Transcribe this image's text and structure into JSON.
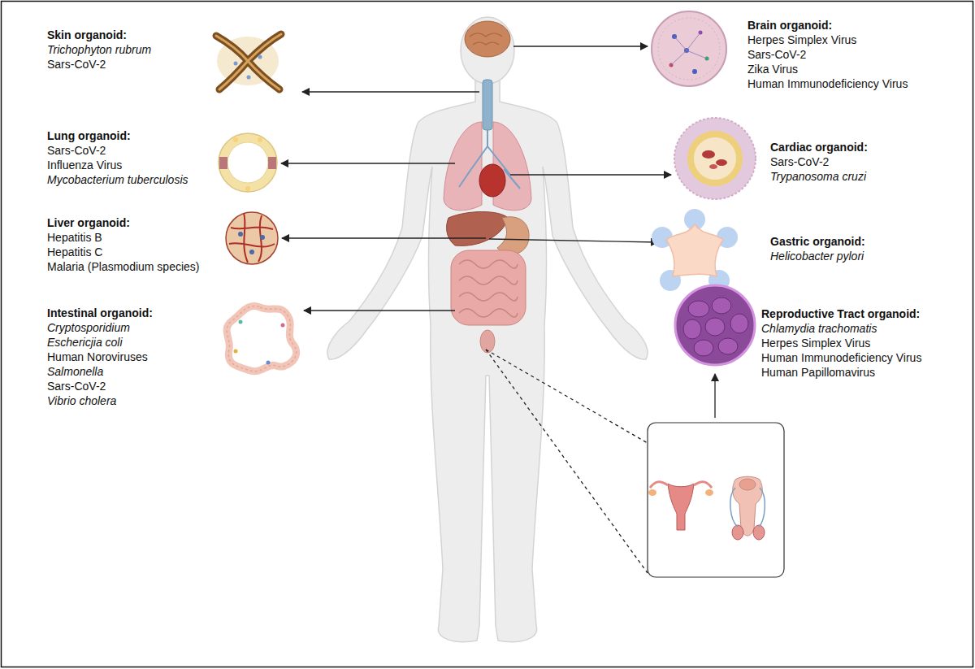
{
  "diagram": {
    "nodes": [
      {
        "text": [
          "Skin organoid:",
          "Trichophyton rubrum",
          "Sars-CoV-2"
        ]
      },
      {
        "text": [
          "Brain organoid:",
          "Herpes Simplex Virus",
          "Sars-CoV-2",
          "Zika Virus",
          "Human Immunodeficiency Virus"
        ]
      },
      {
        "text": [
          "Lung organoid:",
          "Sars-CoV-2",
          "Influenza Virus",
          "Mycobacterium tuberculosis"
        ]
      },
      {
        "text": [
          "Cardiac organoid:",
          "Sars-CoV-2",
          "Trypanosoma cruzi"
        ]
      },
      {
        "text": [
          "Liver organoid:",
          "Hepatitis B",
          "Hepatitis C",
          "Malaria (Plasmodium species)"
        ]
      },
      {
        "text": [
          "Gastric organoid:",
          "Helicobacter pylori"
        ]
      },
      {
        "text": [
          "Intestinal organoid:",
          "Cryptosporidium",
          "Eschericjia coli",
          "Human Noroviruses",
          "Salmonella",
          "Sars-CoV-2",
          "Vibrio cholera"
        ]
      },
      {
        "text": [
          "Reproductive Tract organoid:",
          "Chlamydia trachomatis",
          "Herpes Simplex Virus",
          "Human Immunodeficiency Virus",
          "Human Papillomavirus"
        ]
      }
    ]
  }
}
